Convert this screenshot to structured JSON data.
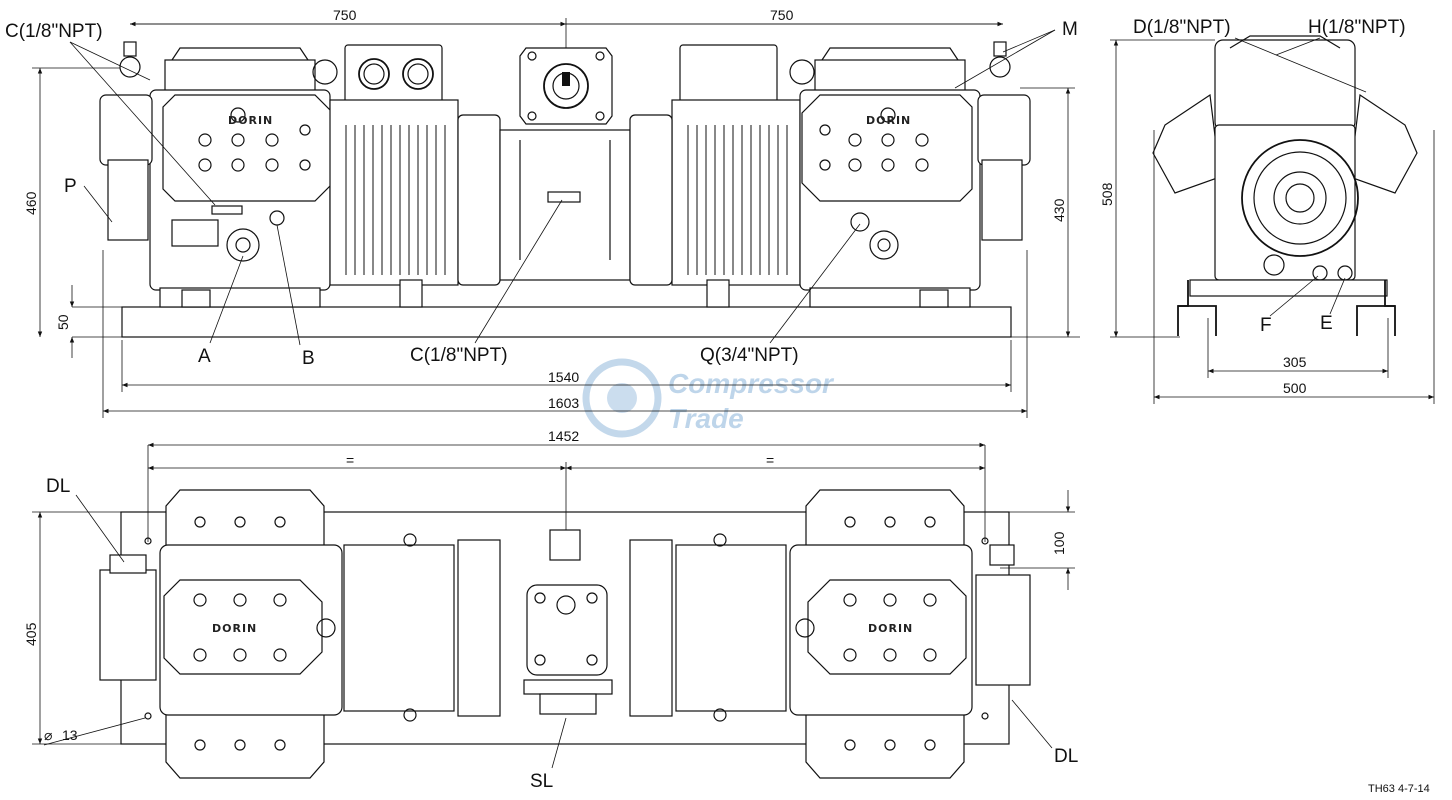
{
  "watermark": {
    "line1": "Compressor",
    "line2": "Trade"
  },
  "drawing_id": "TH63 4-7-14",
  "brand_mark": "DORIN",
  "front_view": {
    "dim_left_half": "750",
    "dim_right_half": "750",
    "dim_height_left": "460",
    "dim_height_right": "430",
    "dim_base": "50",
    "dim_base_length": "1540",
    "dim_overall_length": "1603",
    "labels": {
      "c_top_left": "C(1/8\"NPT)",
      "m": "M",
      "p": "P",
      "a": "A",
      "b": "B",
      "c_bottom": "C(1/8\"NPT)",
      "q": "Q(3/4\"NPT)"
    }
  },
  "side_view": {
    "dim_height": "508",
    "dim_feet": "305",
    "dim_width": "500",
    "labels": {
      "d": "D(1/8\"NPT)",
      "h": "H(1/8\"NPT)",
      "f": "F",
      "e": "E"
    }
  },
  "top_view": {
    "dim_centers": "1452",
    "equal_left": "=",
    "equal_right": "=",
    "dim_depth": "405",
    "dim_offset": "100",
    "dim_hole": "13",
    "labels": {
      "dl_left": "DL",
      "dl_right": "DL",
      "sl": "SL"
    }
  }
}
